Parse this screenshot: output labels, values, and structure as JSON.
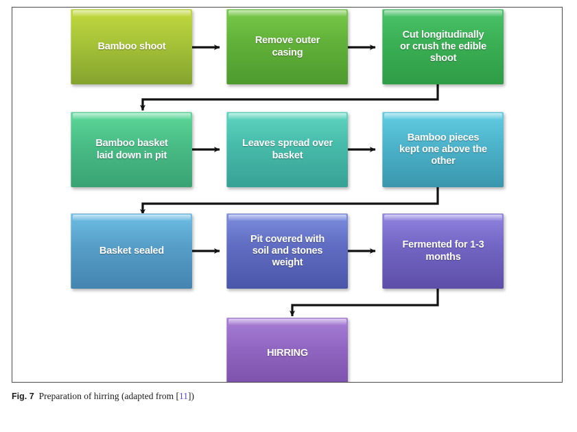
{
  "figure": {
    "caption_prefix": "Fig. 7",
    "caption_text": "Preparation of hirring (adapted from ",
    "citation_open": "[",
    "citation_number": "11",
    "citation_close": "])"
  },
  "diagram": {
    "type": "flowchart",
    "orientation": "left-to-right, serpentine rows",
    "arrow_color": "#121212",
    "frame_color": "#4a4a4a",
    "rows": [
      {
        "row_index": 1,
        "nodes": [
          {
            "id": "bamboo-shoot",
            "label": "Bamboo shoot",
            "color_top": "#c2d83f",
            "color_bottom": "#84a32e"
          },
          {
            "id": "remove-outer-casing",
            "label": "Remove outer\ncasing",
            "color_top": "#79c94a",
            "color_bottom": "#4e9a2f"
          },
          {
            "id": "cut-or-crush-shoot",
            "label": "Cut longitudinally\nor crush the edible\nshoot",
            "color_top": "#4cc36a",
            "color_bottom": "#2f9c46"
          }
        ]
      },
      {
        "row_index": 2,
        "nodes": [
          {
            "id": "bamboo-basket-in-pit",
            "label": "Bamboo basket\nlaid down in pit",
            "color_top": "#5ed89a",
            "color_bottom": "#3aa273"
          },
          {
            "id": "leaves-spread-over-basket",
            "label": "Leaves spread over\nbasket",
            "color_top": "#5fd6c0",
            "color_bottom": "#36a195"
          },
          {
            "id": "bamboo-pieces-stacked",
            "label": "Bamboo pieces\nkept one above the\nother",
            "color_top": "#63cde2",
            "color_bottom": "#3a96ad"
          }
        ]
      },
      {
        "row_index": 3,
        "nodes": [
          {
            "id": "basket-sealed",
            "label": "Basket sealed",
            "color_top": "#6ebde4",
            "color_bottom": "#4484b0"
          },
          {
            "id": "pit-covered-soil-stones",
            "label": "Pit covered with\nsoil and stones\nweight",
            "color_top": "#7d8ede",
            "color_bottom": "#4a56a8"
          },
          {
            "id": "fermented-1-3-months",
            "label": "Fermented for 1-3\nmonths",
            "color_top": "#9184e0",
            "color_bottom": "#5d4fa8"
          }
        ]
      },
      {
        "row_index": 4,
        "nodes": [
          {
            "id": "hirring",
            "label": "HIRRING",
            "color_top": "#a87fd6",
            "color_bottom": "#7a4fa8"
          }
        ]
      }
    ]
  }
}
